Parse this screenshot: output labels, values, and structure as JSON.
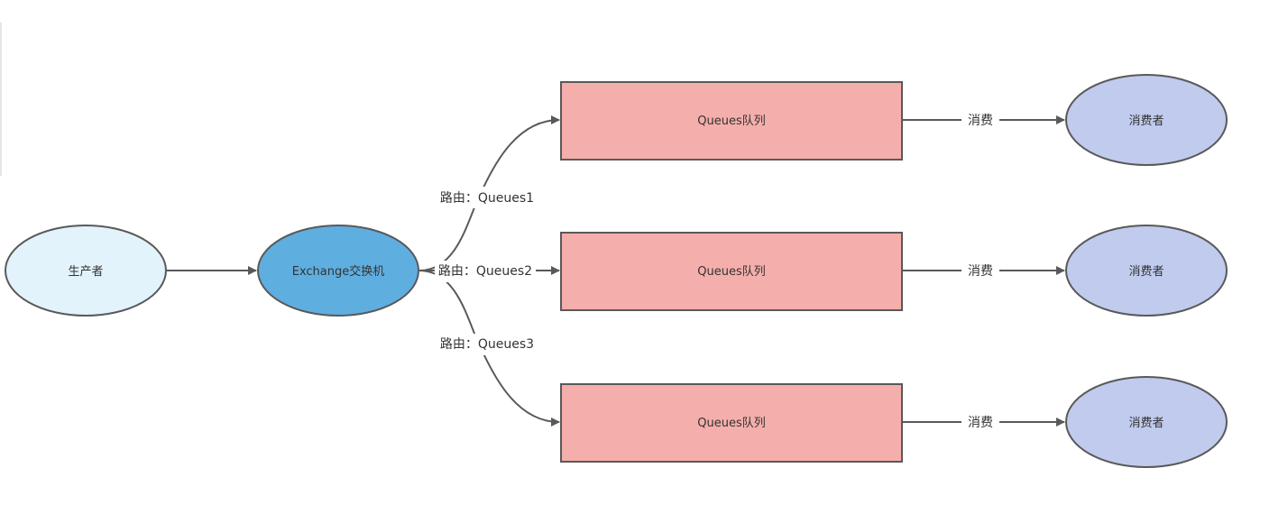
{
  "producer": {
    "label": "生产者",
    "fill": "#e3f3fb"
  },
  "exchange": {
    "label": "Exchange交换机",
    "fill": "#5faee0"
  },
  "queues": [
    {
      "label": "Queues队列",
      "route_label": "路由：Queues1",
      "consume_label": "消费",
      "consumer_label": "消费者"
    },
    {
      "label": "Queues队列",
      "route_label": "路由：Queues2",
      "consume_label": "消费",
      "consumer_label": "消费者"
    },
    {
      "label": "Queues队列",
      "route_label": "路由：Queues3",
      "consume_label": "消费",
      "consumer_label": "消费者"
    }
  ],
  "colors": {
    "queue_fill": "#f4aeab",
    "consumer_fill": "#c0cbee",
    "stroke": "#595959"
  }
}
